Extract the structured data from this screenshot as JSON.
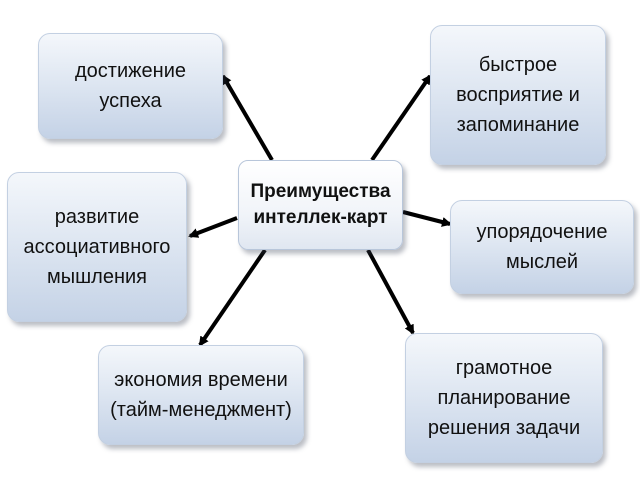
{
  "center": {
    "lines": [
      "Преимущества",
      "интеллек-карт"
    ]
  },
  "nodes": {
    "top_left": {
      "lines": [
        "достижение",
        "успеха"
      ]
    },
    "top_right": {
      "lines": [
        "быстрое",
        "восприятие и",
        "запоминание"
      ]
    },
    "middle_left": {
      "lines": [
        "развитие",
        "ассоциативного",
        "мышления"
      ]
    },
    "middle_right": {
      "lines": [
        "упорядочение",
        "мыслей"
      ]
    },
    "bottom_left": {
      "lines": [
        "экономия времени",
        "(тайм-менеджмент)"
      ]
    },
    "bottom_right": {
      "lines": [
        "грамотное",
        "планирование",
        "решения задачи"
      ]
    }
  },
  "colors": {
    "arrow": "#000000",
    "node_top": "#f4f7fb",
    "node_bottom": "#c4d2e6"
  }
}
